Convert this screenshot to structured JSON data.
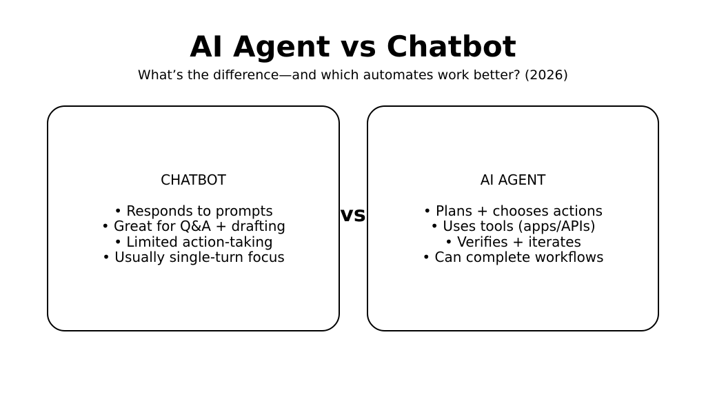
{
  "slide": {
    "title": "AI Agent vs Chatbot",
    "subtitle": "What’s the difference—and which automates work better? (2026)",
    "vs_label": "vs",
    "colors": {
      "background": "#ffffff",
      "text": "#000000",
      "card_border": "#000000",
      "card_background": "#ffffff"
    }
  },
  "left_card": {
    "heading": "CHATBOT",
    "bullet_prefix": "•",
    "bullets": [
      "Responds to prompts",
      "Great for Q&A + drafting",
      "Limited action-taking",
      "Usually single-turn focus"
    ]
  },
  "right_card": {
    "heading": "AI AGENT",
    "bullet_prefix": "•",
    "bullets": [
      "Plans + chooses actions",
      "Uses tools (apps/APIs)",
      "Verifies + iterates",
      "Can complete workflows"
    ]
  }
}
